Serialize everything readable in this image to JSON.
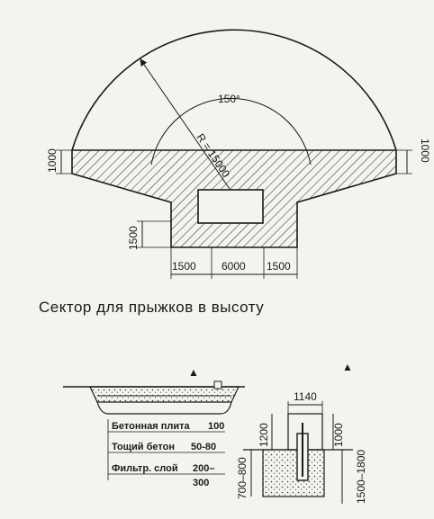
{
  "caption": "Сектор для прыжков в высоту",
  "sector": {
    "angle": "150°",
    "radius": "R = 15000",
    "edge_left": "1000",
    "edge_right": "1000",
    "pit_depth": "1500",
    "bottom_widths": [
      "1500",
      "6000",
      "1500"
    ]
  },
  "section": {
    "marker_left": "▲",
    "marker_right": "▲",
    "layers": [
      {
        "name": "Бетонная плита",
        "value": "100"
      },
      {
        "name": "Тощий бетон",
        "value": "50-80"
      },
      {
        "name": "Фильтр. слой",
        "value": "200–",
        "value2": "300"
      }
    ],
    "post_width": "1140",
    "post_height": "1200",
    "post_right": "1000",
    "footing_left": "700–800",
    "footing_right": "1500–1800"
  }
}
